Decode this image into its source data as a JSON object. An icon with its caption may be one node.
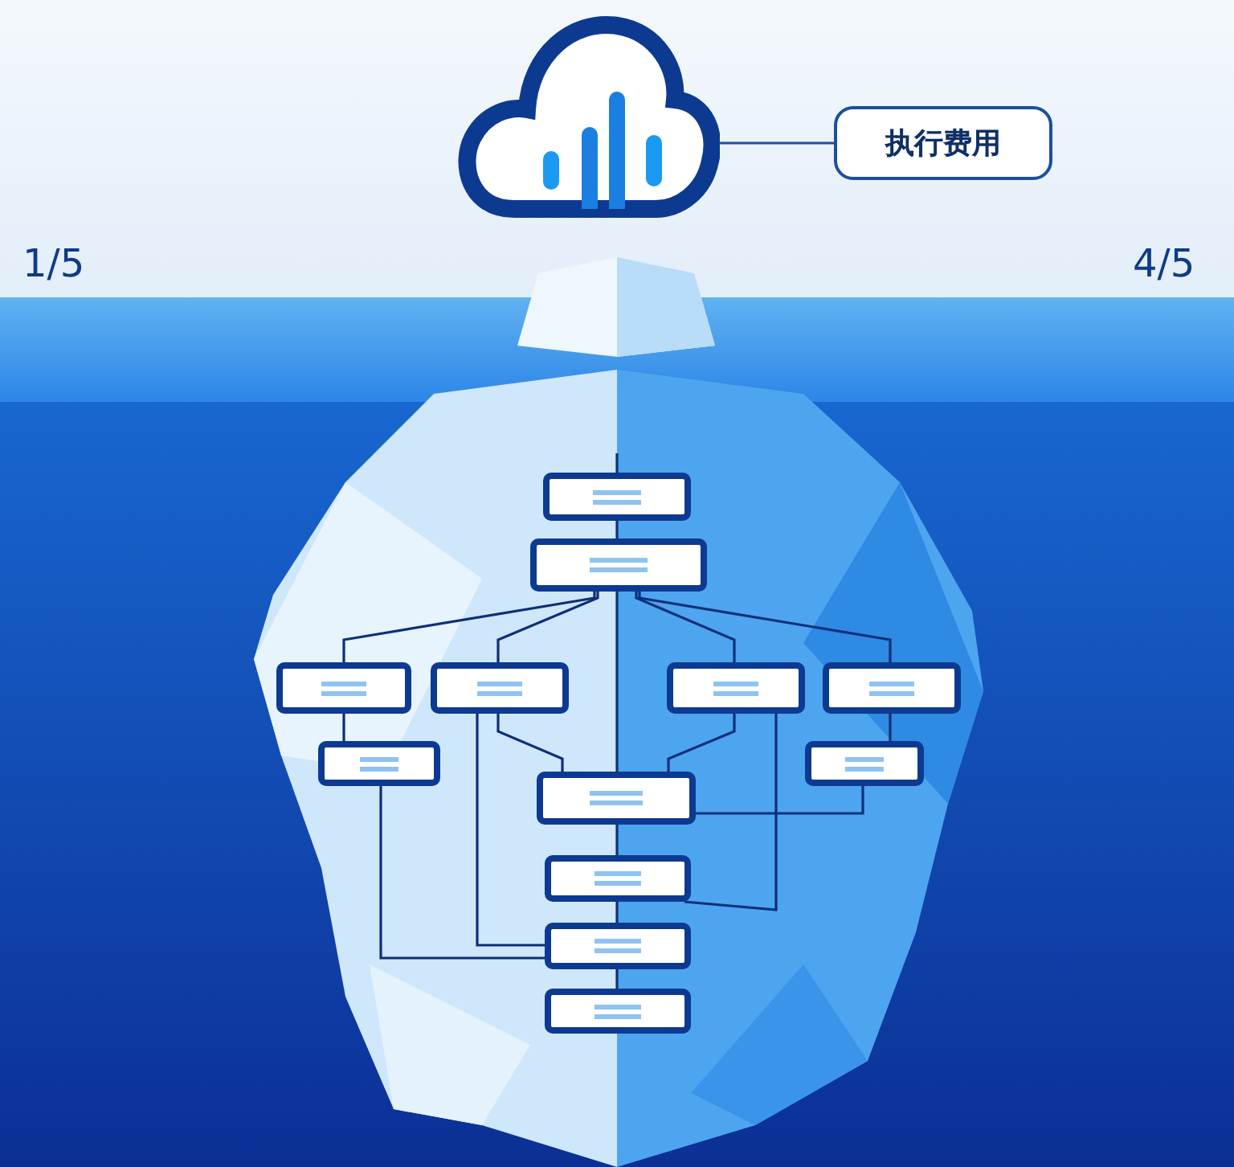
{
  "diagram": {
    "nodes": [
      {
        "text": [],
        "shape": "cloud"
      },
      {
        "text": [
          "执行费用"
        ]
      },
      {
        "text": [],
        "shape": "box"
      },
      {
        "text": [],
        "shape": "box"
      },
      {
        "text": [],
        "shape": "box"
      },
      {
        "text": [],
        "shape": "box"
      },
      {
        "text": [],
        "shape": "box"
      },
      {
        "text": [],
        "shape": "box"
      },
      {
        "text": [],
        "shape": "box"
      },
      {
        "text": [],
        "shape": "box"
      },
      {
        "text": [],
        "shape": "box"
      },
      {
        "text": [],
        "shape": "box"
      },
      {
        "text": [],
        "shape": "box"
      },
      {
        "text": [],
        "shape": "box"
      }
    ],
    "edges": [
      {
        "from": 1,
        "to": 0,
        "arrow": "none"
      },
      {
        "from": null,
        "to": 2,
        "arrow": "none"
      },
      {
        "from": 2,
        "to": 3,
        "arrow": "none"
      },
      {
        "from": 3,
        "to": 4,
        "arrow": "none"
      },
      {
        "from": 3,
        "to": 5,
        "arrow": "none"
      },
      {
        "from": 3,
        "to": 6,
        "arrow": "none"
      },
      {
        "from": 3,
        "to": 7,
        "arrow": "none"
      },
      {
        "from": 3,
        "to": 10,
        "arrow": "none"
      },
      {
        "from": 4,
        "to": 8,
        "arrow": "none"
      },
      {
        "from": 7,
        "to": 9,
        "arrow": "none"
      },
      {
        "from": 5,
        "to": 10,
        "arrow": "none"
      },
      {
        "from": 6,
        "to": 10,
        "arrow": "none"
      },
      {
        "from": 10,
        "to": 11,
        "arrow": "none"
      },
      {
        "from": 11,
        "to": 12,
        "arrow": "none"
      },
      {
        "from": 12,
        "to": 13,
        "arrow": "none"
      },
      {
        "from": 8,
        "to": 12,
        "arrow": "none"
      },
      {
        "from": 5,
        "to": 12,
        "arrow": "none"
      },
      {
        "from": 9,
        "to": 10,
        "arrow": "none"
      },
      {
        "from": 6,
        "to": 11,
        "arrow": "none"
      }
    ],
    "labels": [
      "1/5",
      "4/5"
    ]
  }
}
